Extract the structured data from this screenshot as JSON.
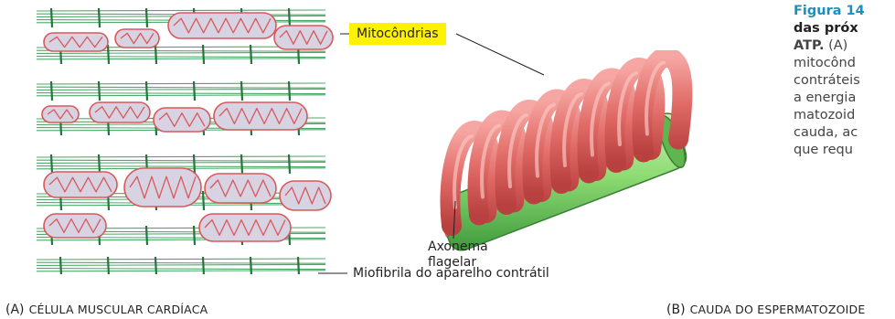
{
  "caption": {
    "figure_label": "Figura 14",
    "bold_lines": [
      "das próx",
      "ATP."
    ],
    "body_lines_first": "(A)",
    "body_lines": [
      "mitocônd",
      "contráteis",
      "a energia",
      "matozoid",
      "cauda, ac",
      "que requ"
    ]
  },
  "labels": {
    "mitochondria": "Mitocôndrias",
    "axoneme_line1": "Axonema",
    "axoneme_line2": "flagelar",
    "myofibril": "Miofibrila do aparelho contrátil"
  },
  "panels": {
    "a_letter": "(A)",
    "a_title": "CÉLULA MUSCULAR CARDÍACA",
    "b_letter": "(B)",
    "b_title": "CAUDA DO ESPERMATOZOIDE"
  },
  "colors": {
    "tag_background": "#fff200",
    "figure_label": "#1b8fbf",
    "myofibril_green": "#2e9a4f",
    "mitochondria_red": "#d9585a",
    "axoneme_green": "#7fd16a"
  }
}
